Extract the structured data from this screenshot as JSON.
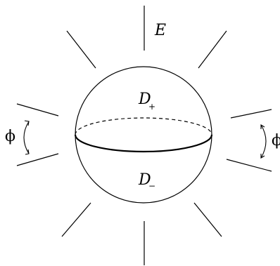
{
  "labels": {
    "E": "E",
    "D_plus": "D",
    "D_plus_sub": "+",
    "D_minus": "D",
    "D_minus_sub": "−",
    "phi_left": "ϕ",
    "phi_right": "ϕ"
  },
  "colors": {
    "stroke": "#000000",
    "background": "#ffffff"
  }
}
